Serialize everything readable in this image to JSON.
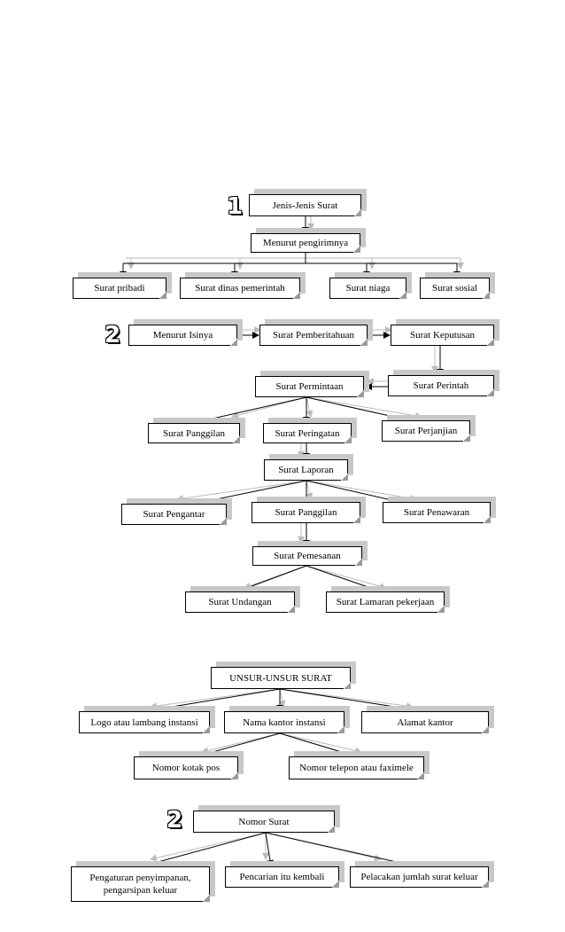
{
  "badges": {
    "b1": "1",
    "b2": "2",
    "b3": "2"
  },
  "nodes": {
    "jenis": "Jenis-Jenis Surat",
    "pengirim": "Menurut pengirimnya",
    "pribadi": "Surat pribadi",
    "dinas": "Surat dinas pemerintah",
    "niaga": "Surat niaga",
    "sosial": "Surat sosial",
    "isinya": "Menurut Isinya",
    "pemberitahuan": "Surat Pemberitahuan",
    "keputusan": "Surat Keputusan",
    "perintah": "Surat Perintah",
    "permintaan": "Surat Permintaan",
    "panggilan1": "Surat Panggilan",
    "peringatan": "Surat Peringatan",
    "perjanjian": "Surat Perjanjian",
    "laporan": "Surat Laporan",
    "pengantar": "Surat Pengantar",
    "panggilan2": "Surat Panggilan",
    "penawaran": "Surat Penawaran",
    "pemesanan": "Surat Pemesanan",
    "undangan": "Surat Undangan",
    "lamaran": "Surat Lamaran pekerjaan",
    "unsur": "UNSUR-UNSUR SURAT",
    "logo": "Logo atau lambang instansi",
    "nama": "Nama kantor instansi",
    "alamat": "Alamat kantor",
    "kotakpos": "Nomor kotak pos",
    "telepon": "Nomor telepon atau faximele",
    "nomorsurat": "Nomor Surat",
    "pengaturan": "Pengaturan penyimpanan, pengarsipan keluar",
    "pencarian": "Pencarian itu kembali",
    "pelacakan": "Pelacakan jumlah surat keluar"
  }
}
